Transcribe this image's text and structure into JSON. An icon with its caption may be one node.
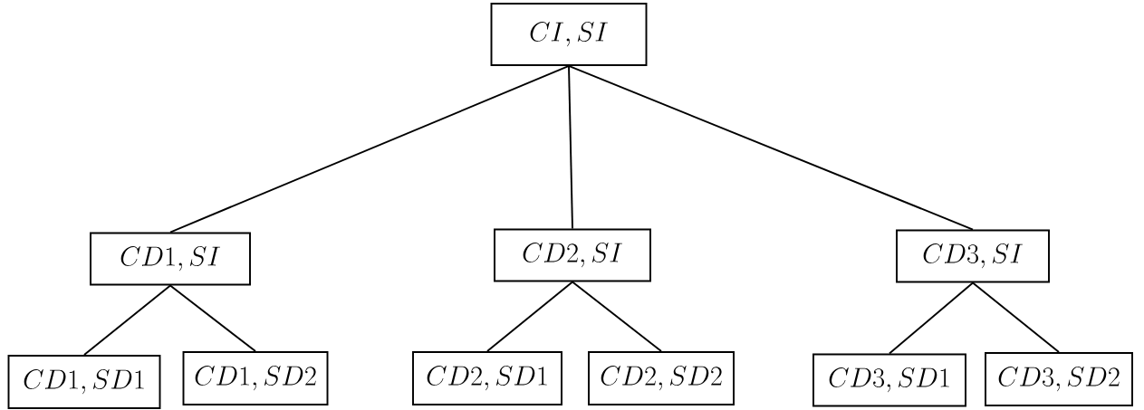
{
  "diagram": {
    "nodes": [
      {
        "text": [
          "CI, SI"
        ]
      },
      {
        "text": [
          "CD1, SI"
        ]
      },
      {
        "text": [
          "CD2, SI"
        ]
      },
      {
        "text": [
          "CD3, SI"
        ]
      },
      {
        "text": [
          "CD1, SD1"
        ]
      },
      {
        "text": [
          "CD1, SD2"
        ]
      },
      {
        "text": [
          "CD2, SD1"
        ]
      },
      {
        "text": [
          "CD2, SD2"
        ]
      },
      {
        "text": [
          "CD3, SD1"
        ]
      },
      {
        "text": [
          "CD3, SD2"
        ]
      }
    ],
    "edges": [
      {
        "from": 0,
        "to": 1,
        "arrow": "none"
      },
      {
        "from": 0,
        "to": 2,
        "arrow": "none"
      },
      {
        "from": 0,
        "to": 3,
        "arrow": "none"
      },
      {
        "from": 1,
        "to": 4,
        "arrow": "none"
      },
      {
        "from": 1,
        "to": 5,
        "arrow": "none"
      },
      {
        "from": 2,
        "to": 6,
        "arrow": "none"
      },
      {
        "from": 2,
        "to": 7,
        "arrow": "none"
      },
      {
        "from": 3,
        "to": 8,
        "arrow": "none"
      },
      {
        "from": 3,
        "to": 9,
        "arrow": "none"
      }
    ]
  }
}
